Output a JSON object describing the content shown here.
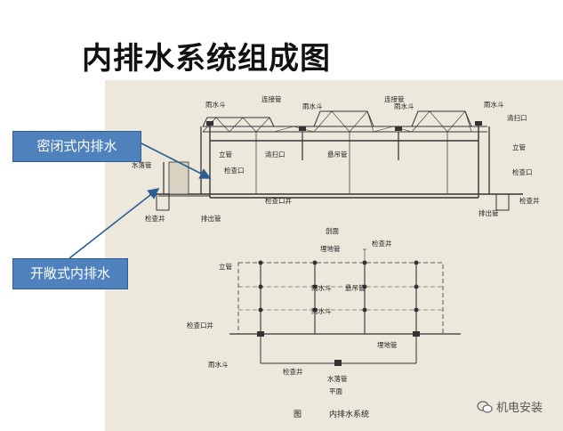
{
  "title": "内排水系统组成图",
  "callouts": {
    "closed": "密闭式内排水",
    "open": "开敞式内排水"
  },
  "labels": {
    "rain_hopper": "雨水斗",
    "connecting_pipe": "连接管",
    "cleanout": "清扫口",
    "riser": "立管",
    "inspection_port": "检查口",
    "hanging_pipe": "悬吊管",
    "outlet_pipe": "排出管",
    "inspection_well_port": "检查口井",
    "inspection_well": "检查井",
    "downpipe": "水落管",
    "buried_pipe": "埋地管",
    "section": "剖面",
    "plan": "平面",
    "caption_prefix": "图",
    "caption": "内排水系统"
  },
  "watermark": {
    "text": "机电安装"
  }
}
